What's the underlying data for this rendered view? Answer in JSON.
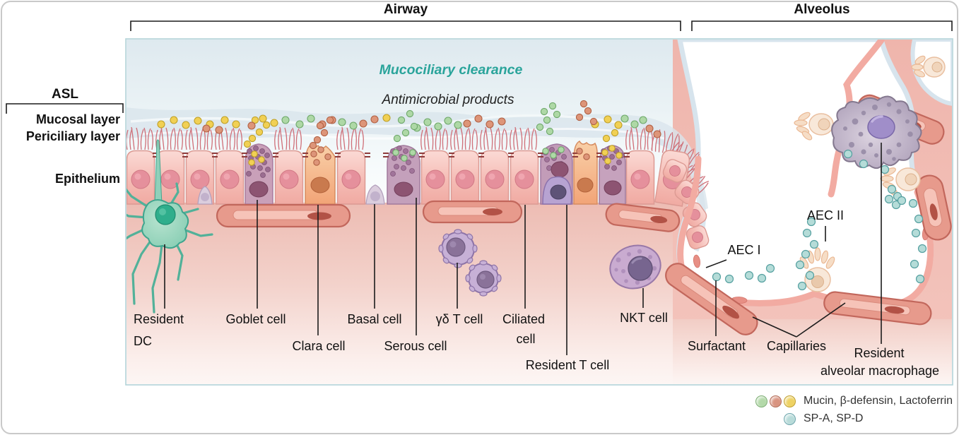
{
  "regions": {
    "airway": "Airway",
    "alveolus": "Alveolus"
  },
  "asl": {
    "title": "ASL",
    "mucosal": "Mucosal layer",
    "periciliary": "Periciliary layer",
    "epithelium": "Epithelium"
  },
  "titles": {
    "clearance": "Mucociliary clearance",
    "antimicrobial": "Antimicrobial products"
  },
  "cells": {
    "resident_dc_1": "Resident",
    "resident_dc_2": "DC",
    "goblet": "Goblet cell",
    "clara": "Clara cell",
    "basal": "Basal cell",
    "serous": "Serous cell",
    "gdt": "γδ T cell",
    "ciliated_1": "Ciliated",
    "ciliated_2": "cell",
    "resident_t": "Resident T cell",
    "nkt": "NKT cell"
  },
  "alveolus_labels": {
    "aec1": "AEC I",
    "aec2": "AEC II",
    "surfactant": "Surfactant",
    "capillaries": "Capillaries",
    "ram_1": "Resident",
    "ram_2": "alveolar macrophage"
  },
  "legend": {
    "row1": "Mucin, β-defensin, Lactoferrin",
    "row2": "SP-A, SP-D",
    "colors": {
      "green": "#b3d9a9",
      "salmon": "#d99480",
      "yellow": "#eed263",
      "teal": "#b8dbd9"
    }
  },
  "accent_colors": {
    "clearance_text": "#2aa49b",
    "panel_border": "#b3d4d9",
    "dc_teal": "#44a78f",
    "epithelium_pink": "#f5bcb5",
    "capillary_salmon": "#e79a8c",
    "lymphocyte_purple": "#c7b0d6",
    "macrophage_gray": "#bdb1c6"
  }
}
